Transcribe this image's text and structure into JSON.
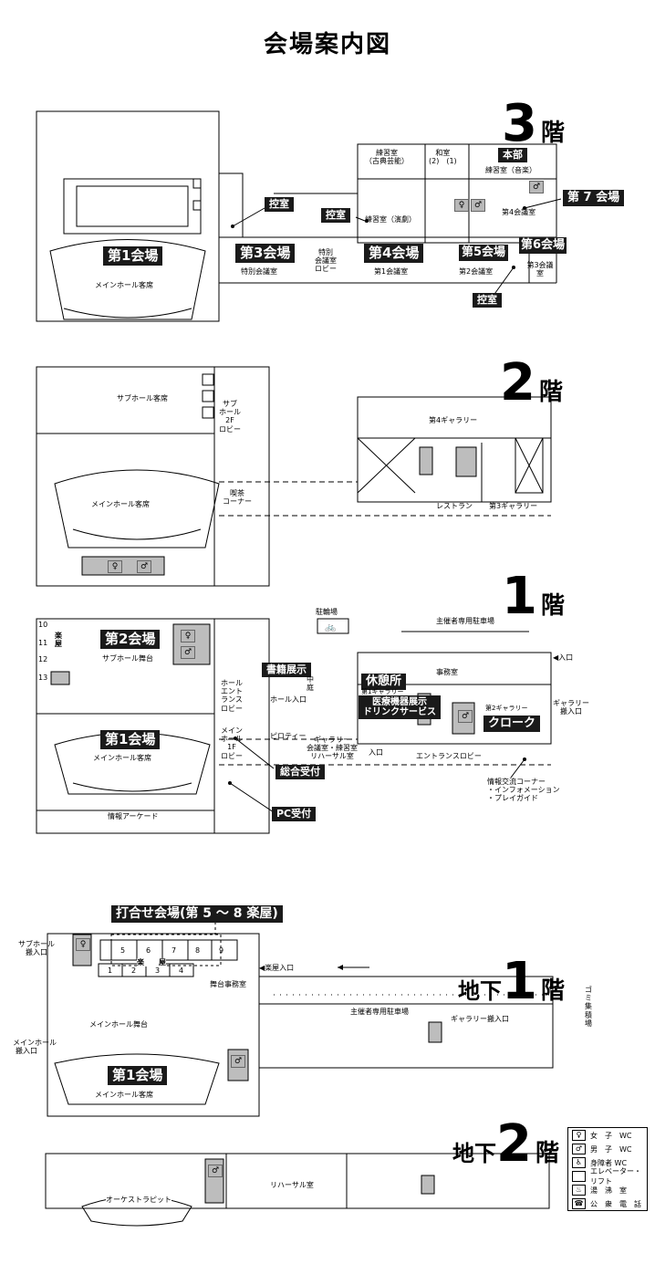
{
  "title": "会場案内図",
  "floors": {
    "f3": {
      "num": "3",
      "suffix": "階",
      "halls": [
        {
          "label": "第1会場",
          "sub": ""
        },
        {
          "label": "第3会場",
          "sub": "特別会議室"
        },
        {
          "label": "第4会場",
          "sub": "第1会議室"
        },
        {
          "label": "第5会場",
          "sub": "第2会議室"
        },
        {
          "label": "第6会場",
          "sub": "第3会議室"
        },
        {
          "label": "第 7 会場",
          "sub": ""
        }
      ],
      "tags": {
        "hikae1": "控室",
        "hikae2": "控室",
        "hikae3": "控室",
        "honbu": "本部"
      },
      "labels": {
        "main_hall": "メインホール客席",
        "lobby": "特別\n会議室\nロビー",
        "prac1": "練習室\n（古典芸能）",
        "washitsu": "和室\n(2)　(1)",
        "prac_ongaku": "練習室（音楽）",
        "prac_engeki": "練習室（演劇）",
        "kaigi4": "第4会議室"
      }
    },
    "f2": {
      "num": "2",
      "suffix": "階",
      "labels": {
        "sub_hall": "サブホール客席",
        "sub_lobby": "サブ\nホール\n2F\nロビー",
        "main_hall": "メインホール客席",
        "cafe": "喫茶\nコーナー",
        "gallery4": "第4ギャラリー",
        "restaurant": "レストラン",
        "gallery3": "第3ギャラリー"
      }
    },
    "f1": {
      "num": "1",
      "suffix": "階",
      "halls": [
        {
          "label": "第2会場",
          "sub": "サブホール舞台"
        },
        {
          "label": "第1会場",
          "sub": "メインホール客席"
        }
      ],
      "tags": {
        "books": "書籍展示",
        "rest": "休憩所",
        "exhibit": "医療機器展示\nドリンクサービス",
        "cloak": "クローク",
        "reception": "総合受付",
        "pc": "PC受付"
      },
      "labels": {
        "bike": "駐輪場",
        "parking": "主催者専用駐車場",
        "iriguchi": "◀入口",
        "office": "事務室",
        "gallery1": "第1ギャラリー",
        "gallery2": "第2ギャラリー",
        "gallery_in": "ギャラリー\n搬入口",
        "hall_entrance_lobby": "ホール\nエント\nランス\nロビー",
        "hall_entrance": "ホール入口",
        "nakaniwa": "中\n庭",
        "main_lobby": "メイン\nホール\n1F\nロビー",
        "piloti": "ピロティー",
        "gallery_room": "ギャラリー\n会議室・練習室\nリハーサル室",
        "iriguchi2": "入口",
        "entrance_lobby": "エントランスロビー",
        "info_corner": "情報交流コーナー\n・インフォメーション\n・プレイガイド",
        "arcade": "情報アーケード",
        "gakuya": "楽\n屋",
        "room_nums": [
          "10",
          "11",
          "12",
          "13"
        ]
      }
    },
    "b1": {
      "pre": "地下",
      "num": "1",
      "suffix": "階",
      "halls": [
        {
          "label": "第1会場",
          "sub": "メインホール客席"
        }
      ],
      "tags": {
        "meeting": "打合せ会場(第 5 ～ 8 楽屋)"
      },
      "labels": {
        "sub_in": "サブホール\n搬入口",
        "gakuya_in": "◀楽屋入口",
        "gakuya": "楽　　屋",
        "butai_office": "舞台事務室",
        "stage": "メインホール舞台",
        "main_in": "メインホール\n搬入口",
        "parking": "主催者専用駐車場",
        "gallery_in": "ギャラリー搬入口",
        "garbage": "ゴミ集積場",
        "rooms_top": [
          "5",
          "6",
          "7",
          "8",
          "9"
        ],
        "rooms_bottom": [
          "1",
          "2",
          "3",
          "4"
        ]
      }
    },
    "b2": {
      "pre": "地下",
      "num": "2",
      "suffix": "階",
      "labels": {
        "orchestra": "オーケストラピット",
        "rehearsal": "リハーサル室"
      }
    }
  },
  "legend": [
    {
      "icon": "♀",
      "label": "女　子　WC"
    },
    {
      "icon": "♂",
      "label": "男　子　WC"
    },
    {
      "icon": "♿",
      "label": "身障者 WC"
    },
    {
      "icon": "",
      "label": "エレベーター・リフト"
    },
    {
      "icon": "♨",
      "label": "湯　沸　室"
    },
    {
      "icon": "☎",
      "label": "公　衆　電　話"
    }
  ]
}
